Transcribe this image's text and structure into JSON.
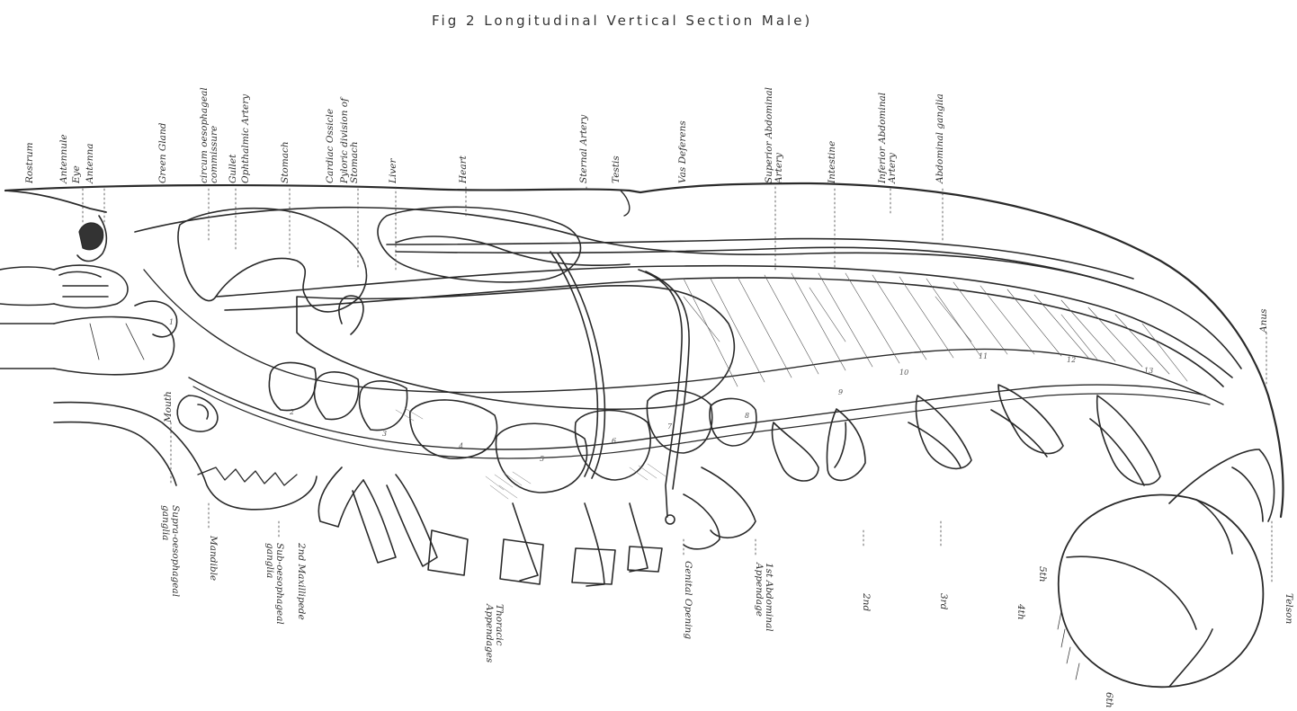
{
  "figure": {
    "title": "Fig 2   Longitudinal Vertical Section  Male)"
  },
  "colors": {
    "ink": "#2a2a2a",
    "paper": "#ffffff"
  },
  "labels_top": [
    "Rostrum",
    "Antennule",
    "Eye",
    "Antenna",
    "Green Gland",
    "circum oesophageal\ncommissure",
    "Gullet",
    "Ophthalmic Artery",
    "Stomach",
    "Cardiac Ossicle",
    "Pyloric division of\nStomach",
    "Liver",
    "Heart",
    "Sternal Artery",
    "Testis",
    "Vas Deferens",
    "Superior Abdominal\nArtery",
    "Intestine",
    "Inferior Abdominal\nArtery",
    "Abdominal ganglia",
    "Anus",
    "Mouth"
  ],
  "labels_bottom": [
    "Supra-oesophageal\nganglia",
    "Mandible",
    "Sub-oesophageal\nganglia",
    "2nd Maxillipede",
    "Thoracic\nAppendages",
    "Genital Opening",
    "1st Abdominal\nAppendage",
    "2nd",
    "3rd",
    "4th",
    "5th",
    "6th",
    "Telson"
  ],
  "segment_numbers": [
    "1",
    "2",
    "3",
    "4",
    "5",
    "6",
    "7",
    "8",
    "9",
    "10",
    "11",
    "12",
    "13"
  ]
}
